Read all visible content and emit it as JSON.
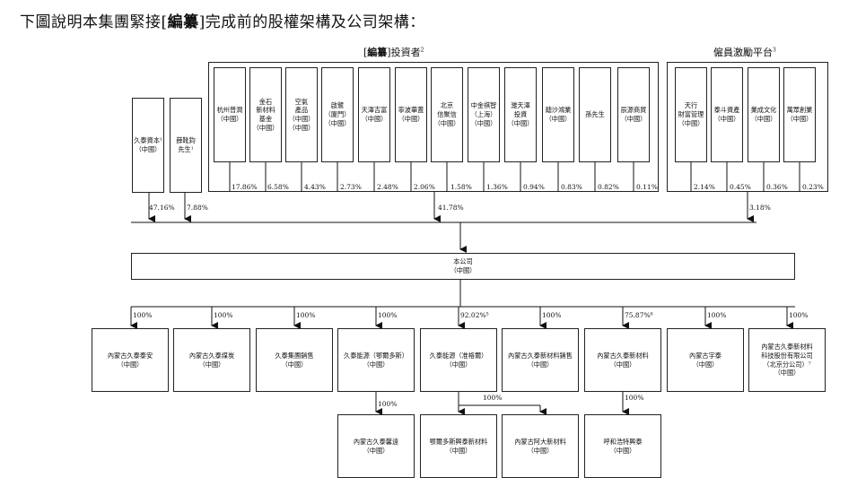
{
  "title": {
    "pre": "下圖說明本集團緊接[",
    "bold": "編纂",
    "post": "]完成前的股權架構及公司架構："
  },
  "investor_group": {
    "pre": "[",
    "bold": "編纂",
    "post": "]投資者",
    "sup": "2"
  },
  "esop_group": {
    "label": "僱員激勵平台",
    "sup": "3"
  },
  "shareholders": [
    {
      "name": "久泰資本¹\n（中國）",
      "pct": "47.16%"
    },
    {
      "name": "薛靴鈞\n先生¹",
      "pct": "7.88%"
    }
  ],
  "investors": [
    {
      "name": "杭州普潤\n（中國）",
      "pct": "17.86%"
    },
    {
      "name": "金石\n新材料\n基金\n（中國）",
      "pct": "6.58%"
    },
    {
      "name": "空氣\n產品\n（中國）\n（中國）",
      "pct": "4.43%"
    },
    {
      "name": "啟鷺\n（廈門）\n（中國）",
      "pct": "2.73%"
    },
    {
      "name": "天澤吉富\n（中國）",
      "pct": "2.48%"
    },
    {
      "name": "寧波華蓋\n（中國）",
      "pct": "2.06%"
    },
    {
      "name": "北京\n信聚信\n（中國）",
      "pct": "1.58%"
    },
    {
      "name": "中金祺智\n（上海）\n（中國）",
      "pct": "1.36%"
    },
    {
      "name": "濰天澤\n投資\n（中國）",
      "pct": "0.94%"
    },
    {
      "name": "廸沙鴻業\n（中國）",
      "pct": "0.83%"
    },
    {
      "name": "孫先生",
      "pct": "0.82%"
    },
    {
      "name": "辰源商貿\n（中國）",
      "pct": "0.11%"
    }
  ],
  "investors_total": "41.78%",
  "esop": [
    {
      "name": "天行\n財富管理\n（中國）",
      "pct": "2.14%"
    },
    {
      "name": "泰斗資產\n（中國）",
      "pct": "0.45%"
    },
    {
      "name": "業成文化\n（中國）",
      "pct": "0.36%"
    },
    {
      "name": "萬眾創業\n（中國）",
      "pct": "0.23%"
    }
  ],
  "esop_total": "3.18%",
  "company": {
    "name": "本公司\n（中國）"
  },
  "subsidiaries": [
    {
      "name": "內蒙古久泰泰安\n（中國）",
      "pct": "100%"
    },
    {
      "name": "內蒙古久泰煤炭\n（中國）",
      "pct": "100%"
    },
    {
      "name": "久泰集團銷售\n（中國）",
      "pct": "100%"
    },
    {
      "name": "久泰能源（鄂爾多斯）\n（中國）",
      "pct": "100%"
    },
    {
      "name": "久泰能源（准格爾）\n（中國）",
      "pct": "92.02%⁵"
    },
    {
      "name": "內蒙古久泰新材料銷售\n（中國）",
      "pct": "100%"
    },
    {
      "name": "內蒙古久泰新材料\n（中國）",
      "pct": "75.87%⁶"
    },
    {
      "name": "內蒙古宇泰\n（中國）",
      "pct": "100%"
    },
    {
      "name": "內蒙古久泰新材料\n科技股份有限公司\n（北京分公司）⁷\n（中國）",
      "pct": "100%"
    }
  ],
  "third_level": [
    {
      "name": "內蒙古久泰馨遠\n（中國）",
      "pct": "100%"
    },
    {
      "name": "鄂爾多斯興泰新材料\n（中國）",
      "pct": "100%"
    },
    {
      "name": "內蒙古阿大新材料\n（中國）",
      "pct": ""
    },
    {
      "name": "呼和浩特興泰\n（中國）",
      "pct": "100%"
    }
  ]
}
